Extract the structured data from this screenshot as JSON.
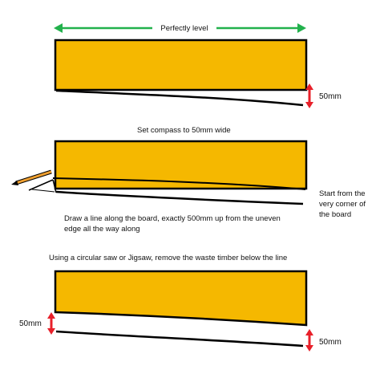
{
  "diagram": {
    "top_label": "Perfectly level",
    "step1": {
      "gap_label": "50mm"
    },
    "step2": {
      "title": "Set compass to 50mm wide",
      "corner_note": [
        "Start from the",
        "very corner of",
        "the board"
      ],
      "instruction": [
        "Draw a line along the board, exactly 500mm up from the uneven",
        "edge all the way along"
      ]
    },
    "step3": {
      "title": "Using a circular saw or Jigsaw, remove the waste timber below the line",
      "left_label": "50mm",
      "right_label": "50mm"
    },
    "colors": {
      "board_fill": "#f5b800",
      "outline": "#000000",
      "level_arrow": "#22b14c",
      "dimension_arrow": "#e8202a",
      "pencil_body": "#f0a030"
    }
  }
}
